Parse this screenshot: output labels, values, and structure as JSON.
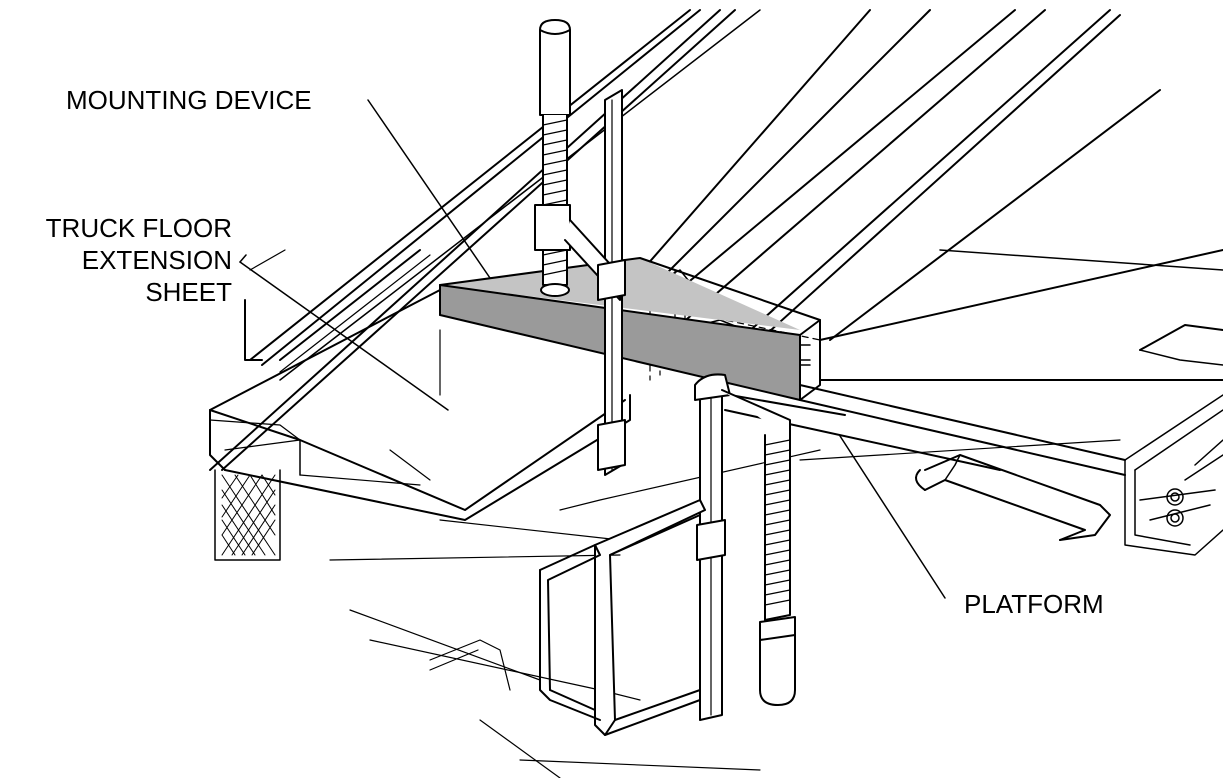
{
  "labels": {
    "mounting_device": "MOUNTING DEVICE",
    "truck_floor_line1": "TRUCK FLOOR",
    "truck_floor_line2": "EXTENSION",
    "truck_floor_line3": "SHEET",
    "platform": "PLATFORM"
  },
  "colors": {
    "ink": "#000000",
    "block_fill": "#9a9a9a",
    "block_top": "#c4c4c4",
    "background": "#ffffff"
  }
}
